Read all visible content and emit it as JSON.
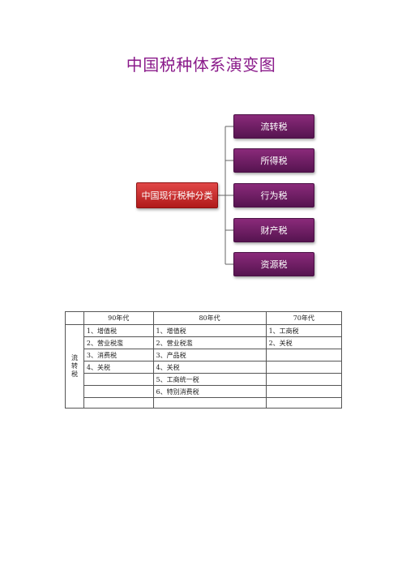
{
  "title": "中国税种体系演变图",
  "diagram": {
    "root": "中国现行税种分类",
    "children": [
      "流转税",
      "所得税",
      "行为税",
      "财产税",
      "资源税"
    ]
  },
  "table": {
    "headers": [
      "",
      "90年代",
      "80年代",
      "70年代"
    ],
    "category": "流转税",
    "rows": [
      [
        "1、增值税",
        "1、增值税",
        "1、工商税"
      ],
      [
        "2、营业税濫",
        "2、营业税濫",
        "2、关税"
      ],
      [
        "3、消费税",
        "3、产品税",
        ""
      ],
      [
        "4、关税",
        "4、关税",
        ""
      ],
      [
        "",
        "5、工商统一税",
        ""
      ],
      [
        "",
        "6、特别消费税",
        ""
      ],
      [
        "",
        "",
        ""
      ]
    ]
  },
  "colors": {
    "title": "#8a1a8a",
    "root_box": "#c42626",
    "child_box": "#6e1e64",
    "connector": "#666666"
  }
}
